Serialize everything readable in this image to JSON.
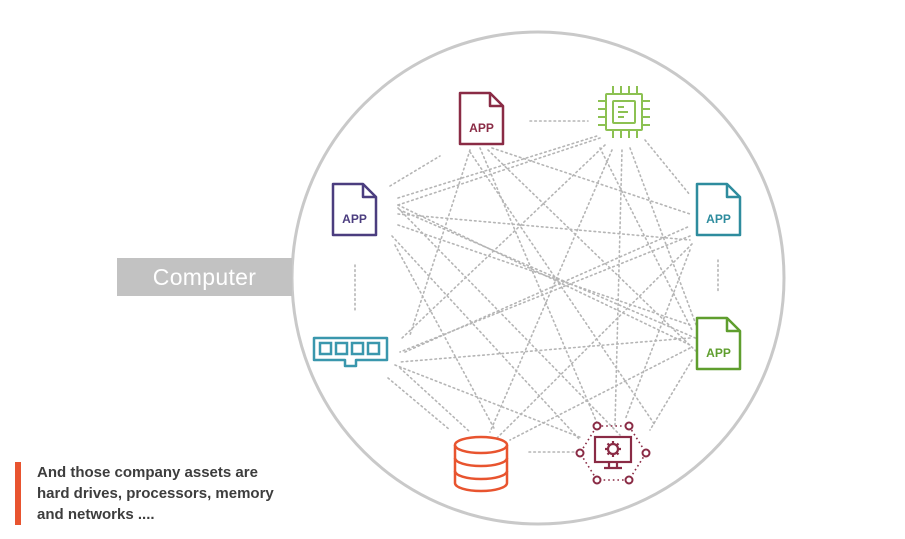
{
  "diagram": {
    "computer_label": "Computer",
    "caption_lines": [
      "And those company assets are",
      "hard drives, processors, memory",
      "and networks ...."
    ],
    "app_label": "APP",
    "colors": {
      "ring": "#c9c9c9",
      "label_bg": "#c2c2c2",
      "accent_bar": "#e8542f",
      "app_maroon": "#8a2b45",
      "app_purple": "#4b3d7f",
      "app_teal": "#2e8c9e",
      "app_green": "#5f9e2e",
      "cpu_green": "#8cc152",
      "memory_teal": "#3a97ad",
      "disk_orange": "#e8542f",
      "network_maroon": "#8a2b45"
    },
    "nodes": [
      {
        "id": "app-top",
        "kind": "app",
        "icon": "app-file-icon"
      },
      {
        "id": "cpu",
        "kind": "processor",
        "icon": "processor-chip-icon"
      },
      {
        "id": "app-left",
        "kind": "app",
        "icon": "app-file-icon"
      },
      {
        "id": "app-right-teal",
        "kind": "app",
        "icon": "app-file-icon"
      },
      {
        "id": "memory",
        "kind": "memory",
        "icon": "memory-stick-icon"
      },
      {
        "id": "app-right-green",
        "kind": "app",
        "icon": "app-file-icon"
      },
      {
        "id": "database",
        "kind": "hard-drive",
        "icon": "database-icon"
      },
      {
        "id": "network",
        "kind": "network",
        "icon": "network-monitor-icon"
      }
    ]
  }
}
